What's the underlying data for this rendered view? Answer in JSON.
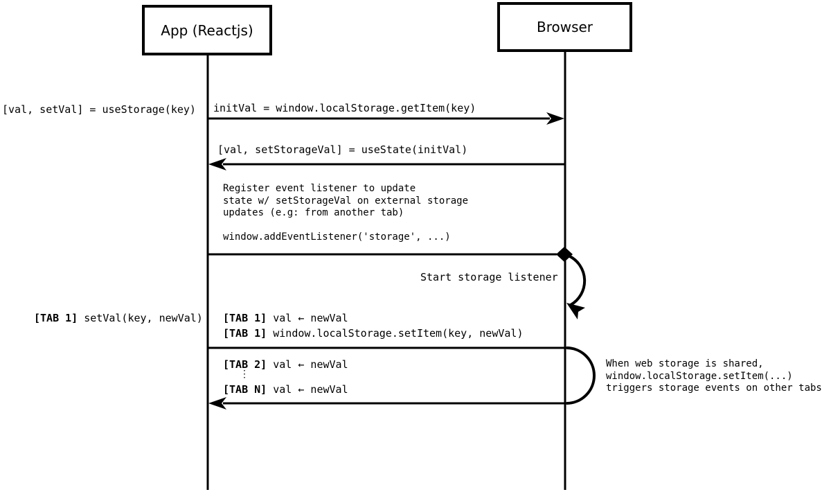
{
  "colors": {
    "line": "#000000",
    "background": "#ffffff"
  },
  "actors": {
    "app": "App (Reactjs)",
    "browser": "Browser"
  },
  "labels": {
    "use_storage": "[val, setVal] = useStorage(key)",
    "get_item": "initVal = window.localStorage.getItem(key)",
    "use_state": "[val, setStorageVal] = useState(initVal)",
    "register_note": "Register event listener to update\nstate w/ setStorageVal on external storage\nupdates (e.g: from another tab)\n\nwindow.addEventListener('storage', ...)",
    "start_listener": "Start storage listener",
    "tab1_call": {
      "prefix": "[TAB 1]",
      "text": " setVal(key, newVal)"
    },
    "tab1_val": {
      "prefix": "[TAB 1]",
      "text": " val ← newVal"
    },
    "tab1_set_item": {
      "prefix": "[TAB 1]",
      "text": " window.localStorage.setItem(key, newVal)"
    },
    "tab2_val": {
      "prefix": "[TAB 2]",
      "text": " val ← newVal"
    },
    "ellipsis": "⋮",
    "tabn_val": {
      "prefix": "[TAB N]",
      "text": " val ← newVal"
    },
    "shared_note": "When web storage is shared,\nwindow.localStorage.setItem(...)\ntriggers storage events on other tabs"
  }
}
